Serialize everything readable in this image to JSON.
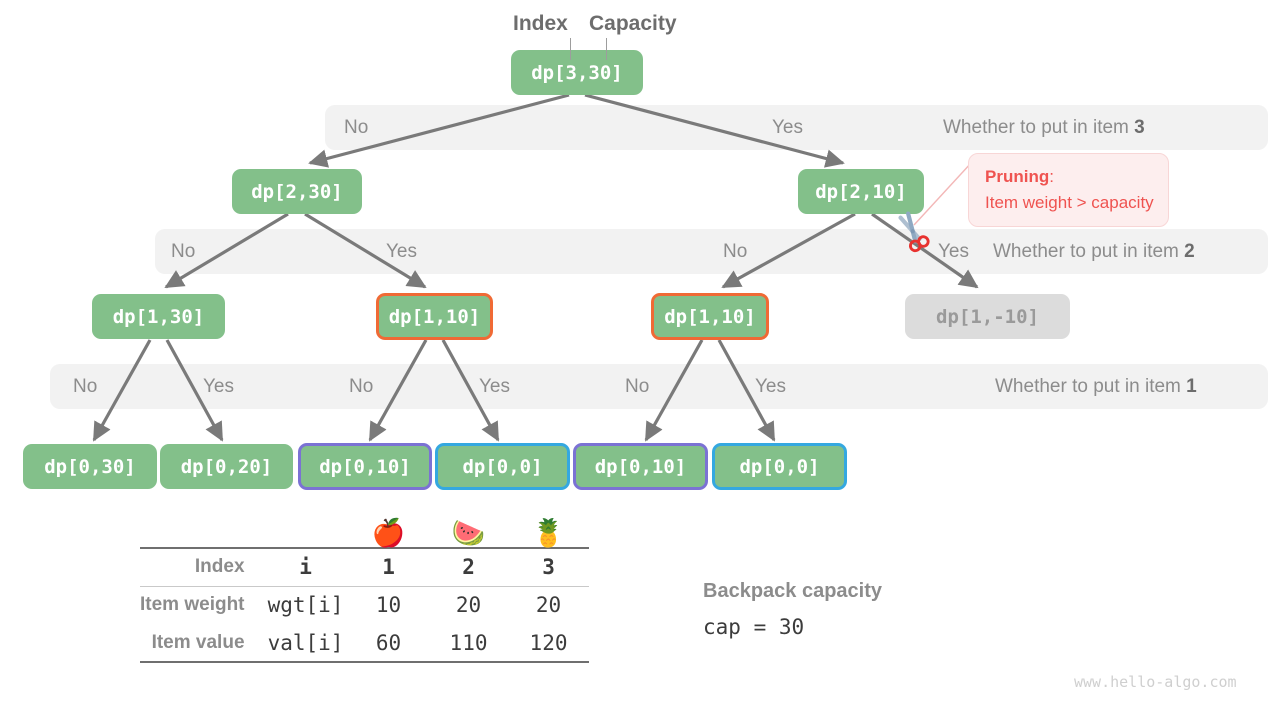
{
  "diagram": {
    "title_labels": {
      "index": "Index",
      "capacity": "Capacity"
    },
    "watermark": "www.hello-algo.com"
  },
  "tree": {
    "root": {
      "label": "dp[3,30]"
    },
    "level2": [
      {
        "label": "dp[2,30]"
      },
      {
        "label": "dp[2,10]"
      }
    ],
    "level3": [
      {
        "label": "dp[1,30]"
      },
      {
        "label": "dp[1,10]"
      },
      {
        "label": "dp[1,10]"
      },
      {
        "label": "dp[1,-10]"
      }
    ],
    "leaves": [
      {
        "label": "dp[0,30]"
      },
      {
        "label": "dp[0,20]"
      },
      {
        "label": "dp[0,10]"
      },
      {
        "label": "dp[0,0]"
      },
      {
        "label": "dp[0,10]"
      },
      {
        "label": "dp[0,0]"
      }
    ]
  },
  "bands": [
    {
      "question": "Whether to put in item ",
      "item": "3",
      "choices": [
        "No",
        "Yes"
      ]
    },
    {
      "question": "Whether to put in item ",
      "item": "2",
      "choices": [
        "No",
        "Yes",
        "No",
        "Yes"
      ]
    },
    {
      "question": "Whether to put in item ",
      "item": "1",
      "choices": [
        "No",
        "Yes",
        "No",
        "Yes",
        "No",
        "Yes"
      ]
    }
  ],
  "pruning": {
    "title": "Pruning",
    "colon": ":",
    "reason": "Item weight > capacity",
    "icon": "scissors-icon"
  },
  "table": {
    "items": [
      {
        "emoji": "🍎",
        "name": "apple"
      },
      {
        "emoji": "🍉",
        "name": "watermelon"
      },
      {
        "emoji": "🍍",
        "name": "pineapple"
      }
    ],
    "rows": [
      {
        "label": "Index",
        "key": "i",
        "values": [
          "1",
          "2",
          "3"
        ]
      },
      {
        "label": "Item weight",
        "key": "wgt[i]",
        "values": [
          "10",
          "20",
          "20"
        ]
      },
      {
        "label": "Item value",
        "key": "val[i]",
        "values": [
          "60",
          "110",
          "120"
        ]
      }
    ]
  },
  "capacity": {
    "title": "Backpack capacity",
    "code": "cap = 30"
  },
  "colors": {
    "node_green": "#83c08a",
    "node_dim": "#dcdcdc",
    "highlight_orange": "#f06a35",
    "highlight_purple": "#7b72d4",
    "highlight_blue": "#34a8e0",
    "band": "#f2f2f2",
    "edge": "#7a7a7a",
    "pruning_red": "#ef5350",
    "pruning_bg": "#fdeeee"
  }
}
